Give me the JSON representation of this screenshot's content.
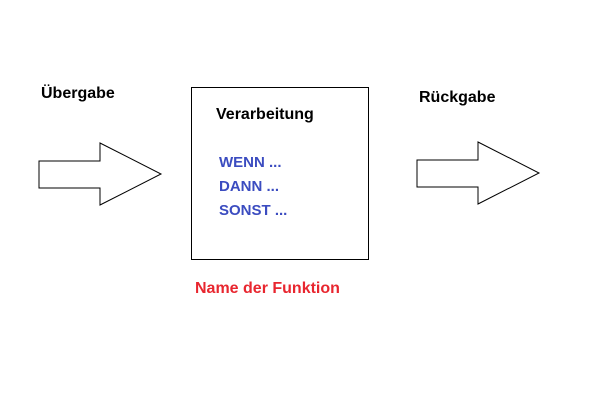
{
  "input": {
    "label": "Übergabe"
  },
  "process": {
    "title": "Verarbeitung",
    "lines": [
      "WENN ...",
      "DANN ...",
      "SONST ..."
    ]
  },
  "output": {
    "label": "Rückgabe"
  },
  "function_name": "Name der Funktion",
  "colors": {
    "code_text": "#3b4cc0",
    "function_name": "#e8262f",
    "stroke": "#000000",
    "background": "#ffffff"
  }
}
